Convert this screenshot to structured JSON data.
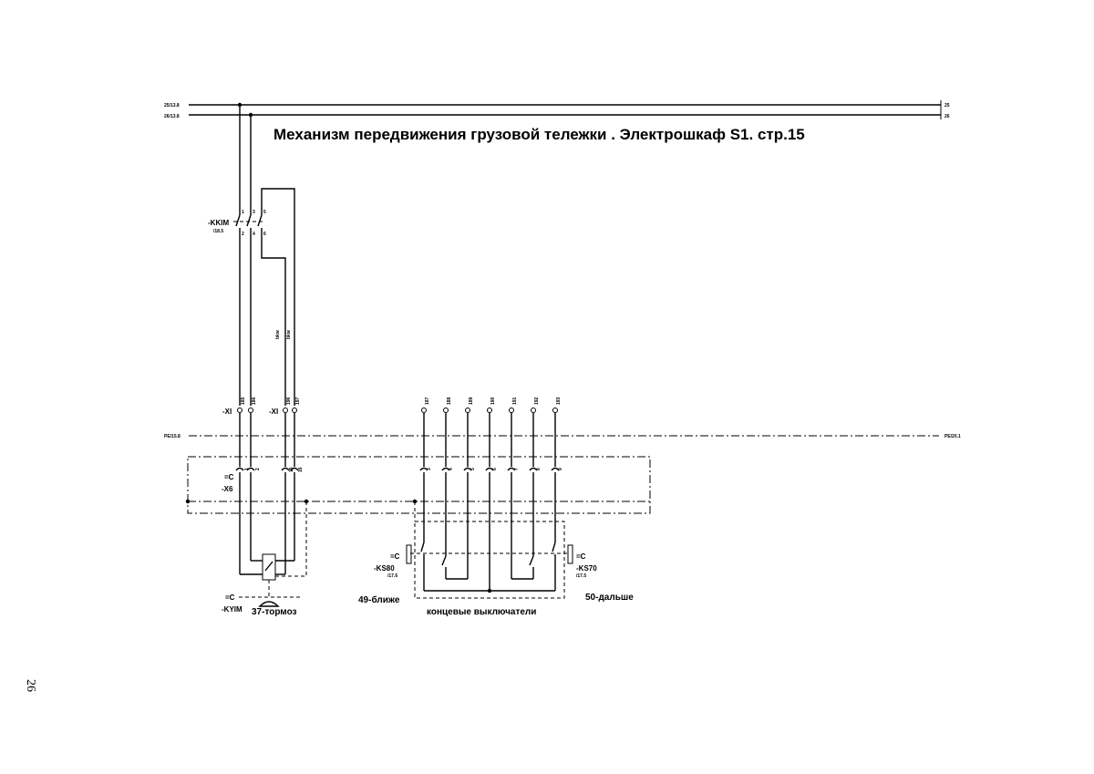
{
  "title": "Механизм  передвижения  грузовой  тележки .  Электрошкаф S1.  стр.15",
  "rails": {
    "top_left_1": "25/13.8",
    "top_left_2": "26/13.8",
    "top_right_1": "25",
    "top_right_2": "26",
    "pe_left": "PE/15.8",
    "pe_right": "PE/20.1"
  },
  "contactor": {
    "name": "-KKIM",
    "ref": "/18.5",
    "terminals_top": [
      "1",
      "3",
      "5"
    ],
    "terminals_bottom": [
      "2",
      "4",
      "6"
    ]
  },
  "cable_labels": [
    "bkw",
    "bkw"
  ],
  "x1": {
    "label_left": "-XI",
    "label_right": "-XI",
    "terminals": [
      "185",
      "186",
      "196",
      "197"
    ]
  },
  "limit_terminals": [
    "187",
    "188",
    "189",
    "190",
    "191",
    "192",
    "193"
  ],
  "x6": {
    "eq": "=C",
    "name": "-X6",
    "left_pins": [
      "1",
      "2",
      "15",
      "16"
    ],
    "right_pins": [
      "3",
      "4",
      "5",
      "6",
      "7",
      "8",
      "9"
    ]
  },
  "brake": {
    "eq": "=C",
    "name": "-KYIM",
    "caption": "37-тормоз"
  },
  "ks80": {
    "eq": "=C",
    "name": "-KS80",
    "ref": "/17.6",
    "caption": "49-ближе"
  },
  "ks70": {
    "eq": "=C",
    "name": "-KS70",
    "ref": "/17.5",
    "caption": "50-дальше"
  },
  "limits_caption": "концевые выключатели",
  "page_number": "26"
}
